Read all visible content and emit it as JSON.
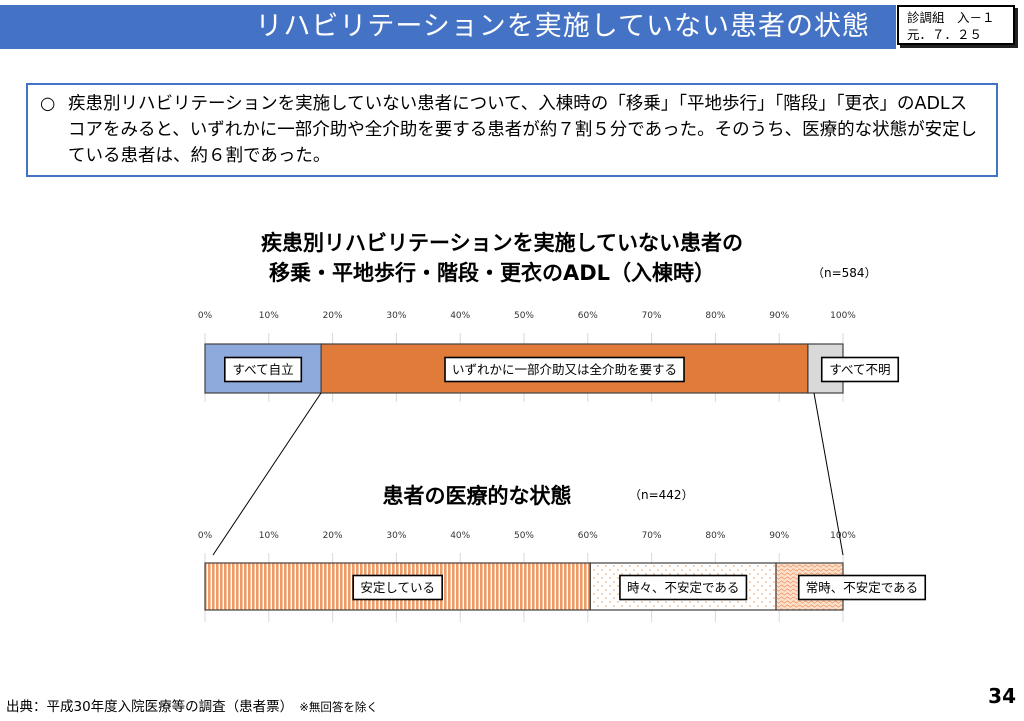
{
  "header": {
    "title": "リハビリテーションを実施していない患者の状態",
    "doc_id_line1": "診調組　入－１",
    "doc_id_line2": "元．７．２５",
    "bar_color": "#4472C4"
  },
  "summary": {
    "bullet": "○",
    "text": "疾患別リハビリテーションを実施していない患者について、入棟時の「移乗」「平地歩行」「階段」「更衣」のADLスコアをみると、いずれかに一部介助や全介助を要する患者が約７割５分であった。そのうち、医療的な状態が安定している患者は、約６割であった。"
  },
  "chart_data": [
    {
      "type": "bar",
      "orientation": "horizontal-stacked-100",
      "title_line1": "疾患別リハビリテーションを実施していない患者の",
      "title_line2": "移乗・平地歩行・階段・更衣のADL（入棟時）",
      "n_label": "（n=584）",
      "xlim": [
        0,
        100
      ],
      "ticks": [
        "0%",
        "10%",
        "20%",
        "30%",
        "40%",
        "50%",
        "60%",
        "70%",
        "80%",
        "90%",
        "100%"
      ],
      "grid": true,
      "series": [
        {
          "name": "すべて自立",
          "value": 18.2,
          "color": "#8EA9DB",
          "pattern": "solid"
        },
        {
          "name": "いずれかに一部介助又は全介助を要する",
          "value": 76.3,
          "color": "#E07B39",
          "pattern": "solid"
        },
        {
          "name": "すべて不明",
          "value": 5.5,
          "color": "#D9D9D9",
          "pattern": "solid"
        }
      ]
    },
    {
      "type": "bar",
      "orientation": "horizontal-stacked-100",
      "title_line1": "患者の医療的な状態",
      "n_label": "（n=442）",
      "xlim": [
        0,
        100
      ],
      "ticks": [
        "0%",
        "10%",
        "20%",
        "30%",
        "40%",
        "50%",
        "60%",
        "70%",
        "80%",
        "90%",
        "100%"
      ],
      "grid": true,
      "series": [
        {
          "name": "安定している",
          "value": 60.4,
          "color": "#ED9B67",
          "pattern": "vertical-stripes"
        },
        {
          "name": "時々、不安定である",
          "value": 29.1,
          "color": "#F4B183",
          "pattern": "dots"
        },
        {
          "name": "常時、不安定である",
          "value": 10.5,
          "color": "#F4B183",
          "pattern": "waves"
        }
      ]
    }
  ],
  "footer": {
    "source": "出典：平成30年度入院医療等の調査（患者票）",
    "note": "※無回答を除く",
    "page_number": "34"
  }
}
